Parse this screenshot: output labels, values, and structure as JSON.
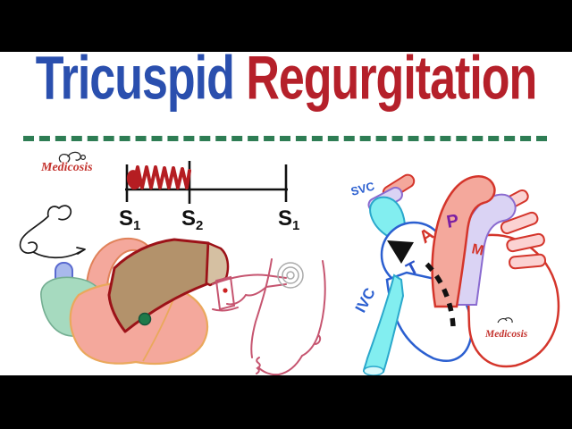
{
  "title": {
    "word1": "Tricuspid",
    "word2": "Regurgitation",
    "word1_color": "#2a4fae",
    "word2_color": "#b5202a",
    "underline_color": "#2e7d54"
  },
  "branding": {
    "top_left_logo": "Medicosis",
    "heart_watermark": "Medicosis",
    "logo_color": "#c4332e"
  },
  "phonocardiogram": {
    "description": "holosystolic murmur drawn as red coil between first and second heart sounds",
    "murmur_color": "#b51d22",
    "ticks": [
      {
        "main": "S",
        "sub": "1"
      },
      {
        "main": "S",
        "sub": "2"
      },
      {
        "main": "S",
        "sub": "1"
      }
    ]
  },
  "heart_diagram": {
    "labels": {
      "svc": "SVC",
      "ivc": "IVC",
      "tricuspid_valve": "T",
      "aortic_valve": "A",
      "pulmonic_valve": "P",
      "mitral_valve": "M"
    },
    "colors": {
      "right_heart_outline": "#2b5fd0",
      "left_heart_outline": "#d4352b",
      "vena_cava_fill": "#82eef0",
      "aorta_fill": "#f4a89c",
      "pulmonary_artery_fill": "#dad3f4",
      "pulmonary_vein_fill": "#fbd2d2",
      "tricuspid_letter": "#2a52c8",
      "aortic_letter": "#d4352b",
      "pulmonic_letter": "#7b1fa2",
      "mitral_letter": "#d4352b",
      "regurgitant_jet_arrow": "#111111"
    }
  },
  "small_heart": {
    "colors": {
      "body_fill": "#f4a89c",
      "right_atrium_fill": "#a6dabf",
      "svc_fill": "#a9b9ec",
      "pulmonary_artery_fill": "#ddd6f3",
      "valve_spot_fill": "#e316b4"
    }
  },
  "liver": {
    "colors": {
      "right_lobe_fill": "#b3926b",
      "left_lobe_fill": "#d5c0a2",
      "outline": "#9c1218",
      "gallbladder_fill": "#1e7a4a"
    }
  },
  "edema": {
    "line_color": "#c65570",
    "press_rings_color": "#aaaaaa"
  }
}
